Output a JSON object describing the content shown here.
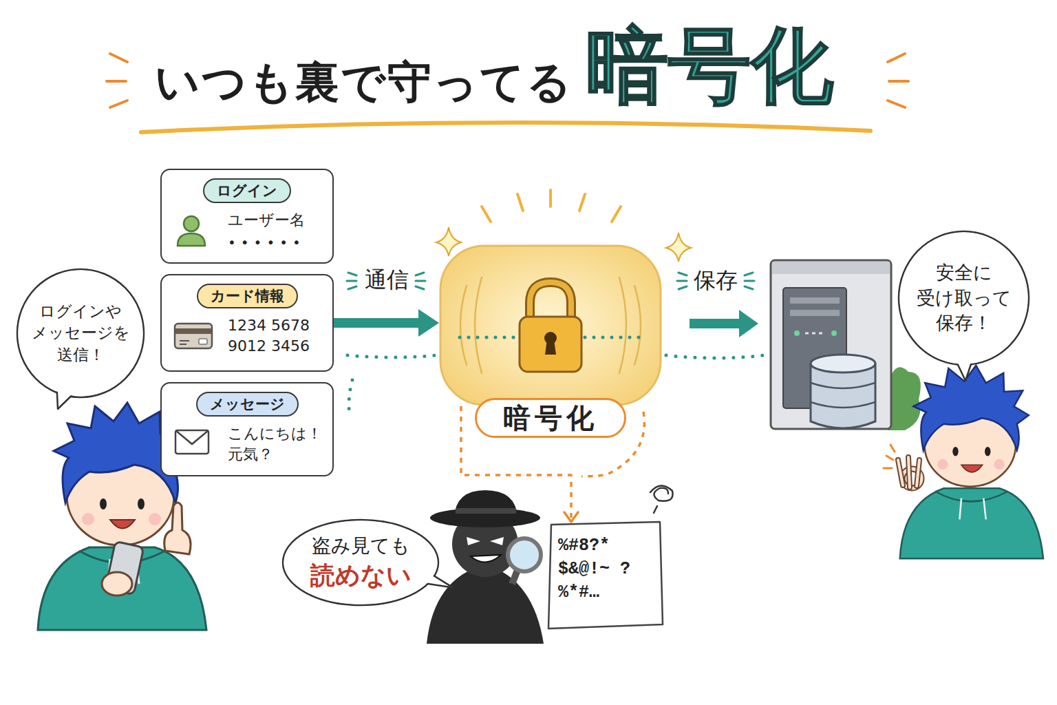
{
  "diagram": {
    "title": "いつも裏で守ってる",
    "nodes": [
      {
        "text": [
          "ログインや メッセージを 送信！"
        ]
      },
      {
        "text": [
          "ログイン",
          "ユーザー名",
          "••••••"
        ]
      },
      {
        "text": [
          "カード情報",
          "1234 5678 9012 3456"
        ]
      },
      {
        "text": [
          "メッセージ",
          "こんにちは！ 元気？"
        ]
      },
      {
        "text": [
          "暗号化"
        ]
      },
      {
        "text": [
          "安全に 受け取って 保存！"
        ]
      },
      {
        "text": [
          "盗み見ても",
          "読めない"
        ]
      },
      {
        "text": [
          "%#8?* $&@!~ ?%*#…"
        ]
      }
    ],
    "edges": [
      {
        "from": 2,
        "to": 4,
        "arrow": "to",
        "label": "通信"
      },
      {
        "from": 4,
        "to": 7,
        "arrow": "to"
      }
    ],
    "labels": [
      "暗号化",
      "保存"
    ]
  }
}
